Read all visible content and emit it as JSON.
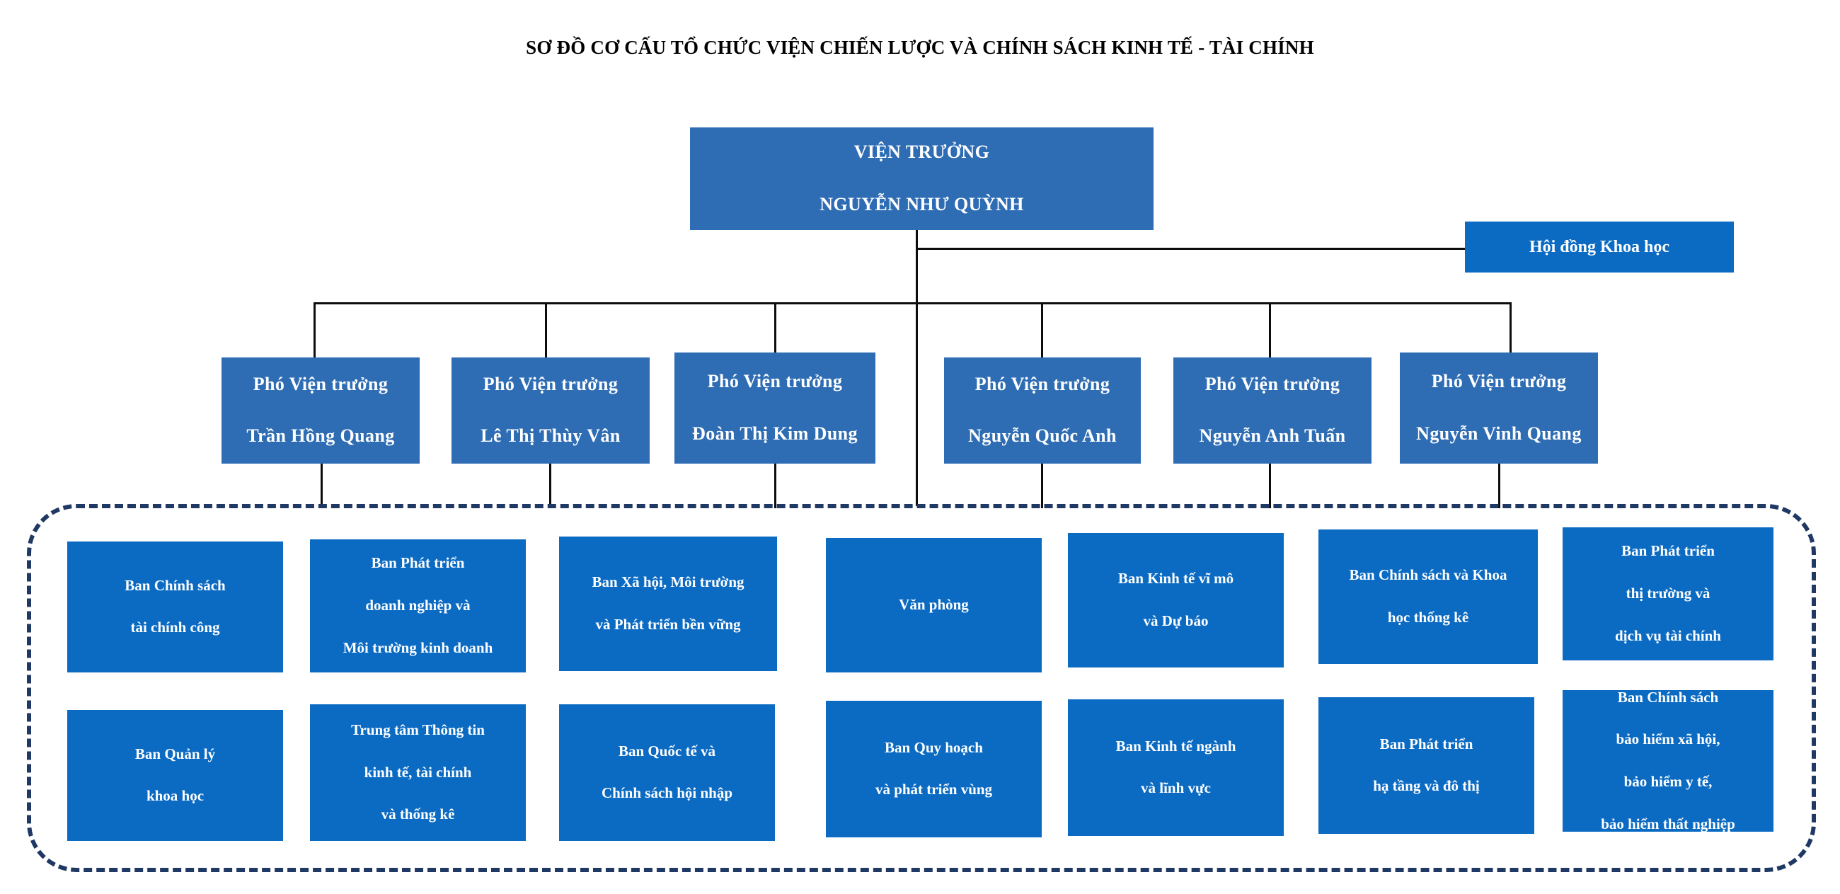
{
  "title": "SƠ ĐỒ CƠ CẤU TỔ CHỨC VIỆN CHIẾN LƯỢC VÀ CHÍNH SÁCH KINH TẾ - TÀI CHÍNH",
  "colors": {
    "leader_box": "#2E6DB4",
    "department_box": "#0B6BC3",
    "council_box": "#0B6BC3",
    "connector_line": "#0d0d0d",
    "dashed_border": "#1F3864",
    "text": "#FFFFFF",
    "title_text": "#000000",
    "background": "#FFFFFF"
  },
  "director": {
    "role": "VIỆN TRƯỞNG",
    "name": "NGUYỄN NHƯ QUỲNH"
  },
  "council": {
    "label": "Hội đồng Khoa học"
  },
  "deputy_role_label": "Phó Viện trưởng",
  "deputies": [
    {
      "role": "Phó Viện trưởng",
      "name": "Trần Hồng Quang"
    },
    {
      "role": "Phó Viện trưởng",
      "name": "Lê Thị Thùy Vân"
    },
    {
      "role": "Phó Viện trưởng",
      "name": "Đoàn Thị Kim Dung"
    },
    {
      "role": "Phó Viện trưởng",
      "name": "Nguyễn Quốc Anh"
    },
    {
      "role": "Phó Viện trưởng",
      "name": "Nguyễn Anh Tuấn"
    },
    {
      "role": "Phó Viện trưởng",
      "name": "Nguyễn Vinh Quang"
    }
  ],
  "departments_row1": [
    {
      "line1": "Ban Chính sách",
      "line2": "tài chính công",
      "line3": ""
    },
    {
      "line1": "Ban Phát triển",
      "line2": "doanh nghiệp và",
      "line3": "Môi trường kinh doanh"
    },
    {
      "line1": "Ban Xã hội, Môi trường",
      "line2": "và Phát triển bền vững",
      "line3": ""
    },
    {
      "line1": "Văn phòng",
      "line2": "",
      "line3": ""
    },
    {
      "line1": "Ban Kinh tế vĩ mô",
      "line2": "và Dự báo",
      "line3": ""
    },
    {
      "line1": "Ban Chính sách và Khoa",
      "line2": "học thống kê",
      "line3": ""
    },
    {
      "line1": "Ban Phát triển",
      "line2": "thị trường và",
      "line3": "dịch vụ tài chính"
    }
  ],
  "departments_row2": [
    {
      "line1": "Ban Quản lý",
      "line2": "khoa học",
      "line3": "",
      "line4": ""
    },
    {
      "line1": "Trung tâm Thông tin",
      "line2": "kinh tế, tài chính",
      "line3": "và thống kê",
      "line4": ""
    },
    {
      "line1": "Ban Quốc tế và",
      "line2": "Chính sách hội nhập",
      "line3": "",
      "line4": ""
    },
    {
      "line1": "Ban Quy hoạch",
      "line2": "và phát triển vùng",
      "line3": "",
      "line4": ""
    },
    {
      "line1": "Ban Kinh tế ngành",
      "line2": "và lĩnh vực",
      "line3": "",
      "line4": ""
    },
    {
      "line1": "Ban Phát triển",
      "line2": "hạ tầng và đô thị",
      "line3": "",
      "line4": ""
    },
    {
      "line1": "Ban Chính sách",
      "line2": "bảo hiểm xã hội,",
      "line3": "bảo hiểm y tế,",
      "line4": "bảo hiểm thất nghiệp"
    }
  ]
}
